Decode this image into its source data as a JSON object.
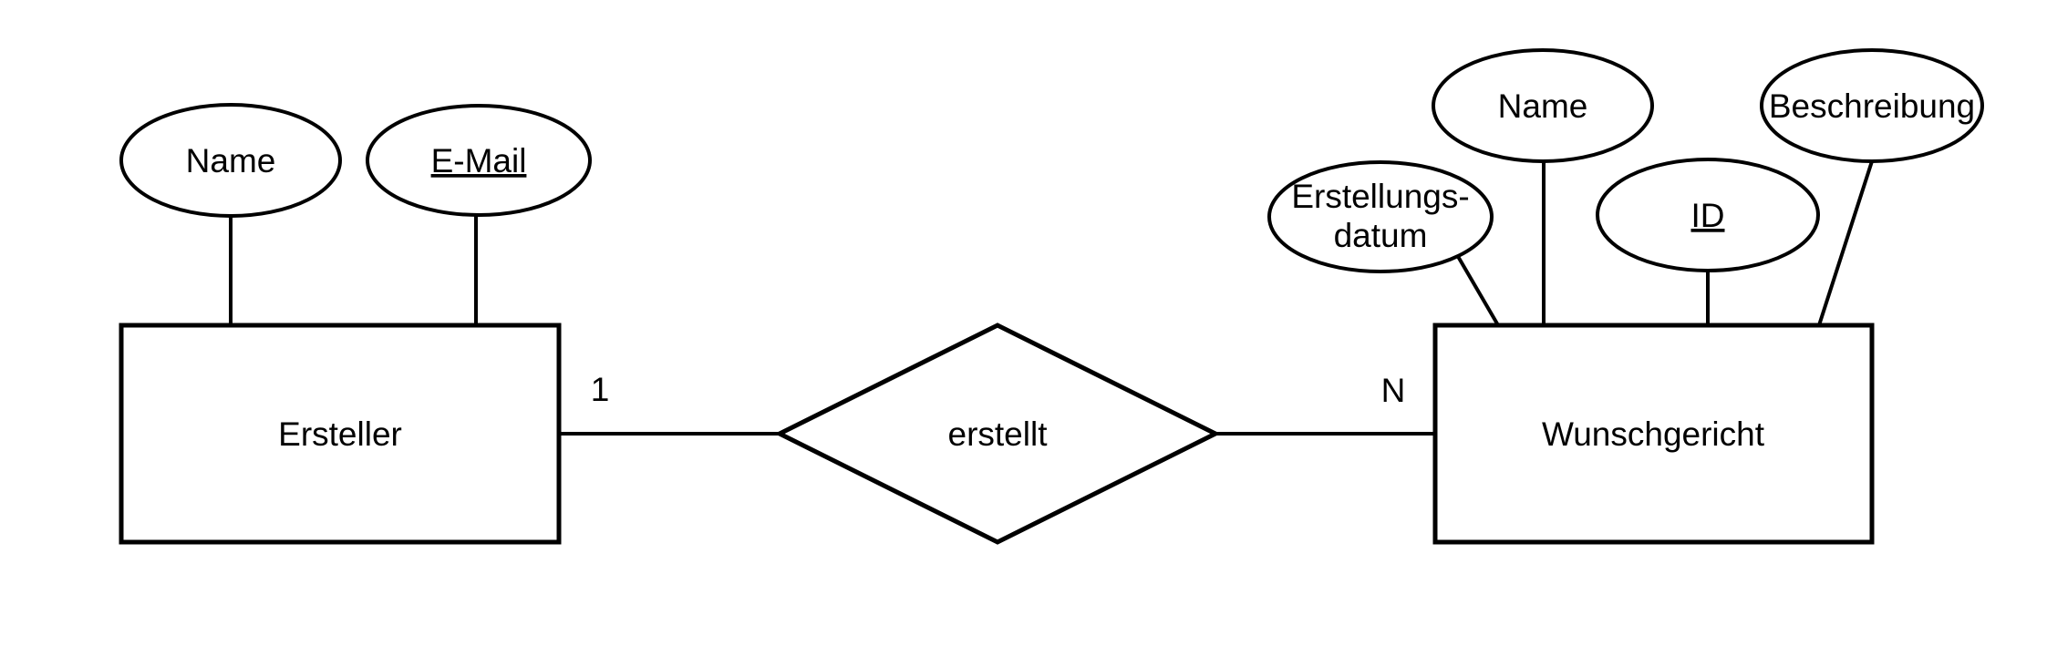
{
  "diagram": {
    "kind": "entity-relationship",
    "colors": {
      "stroke": "#000000",
      "text": "#000000",
      "shape_fill": "#ffffff",
      "background": "#ffffff"
    },
    "entities": [
      {
        "name": "Ersteller",
        "attributes": [
          {
            "label": "Name",
            "primary_key": false
          },
          {
            "label": "E-Mail",
            "primary_key": true
          }
        ]
      },
      {
        "name": "Wunschgericht",
        "attributes": [
          {
            "label": "Erstellungs-datum",
            "label_line1": "Erstellungs-",
            "label_line2": "datum",
            "primary_key": false
          },
          {
            "label": "Name",
            "primary_key": false
          },
          {
            "label": "ID",
            "primary_key": true
          },
          {
            "label": "Beschreibung",
            "primary_key": false
          }
        ]
      }
    ],
    "relationship": {
      "label": "erstellt",
      "cardinality_left": "1",
      "cardinality_right": "N"
    }
  }
}
